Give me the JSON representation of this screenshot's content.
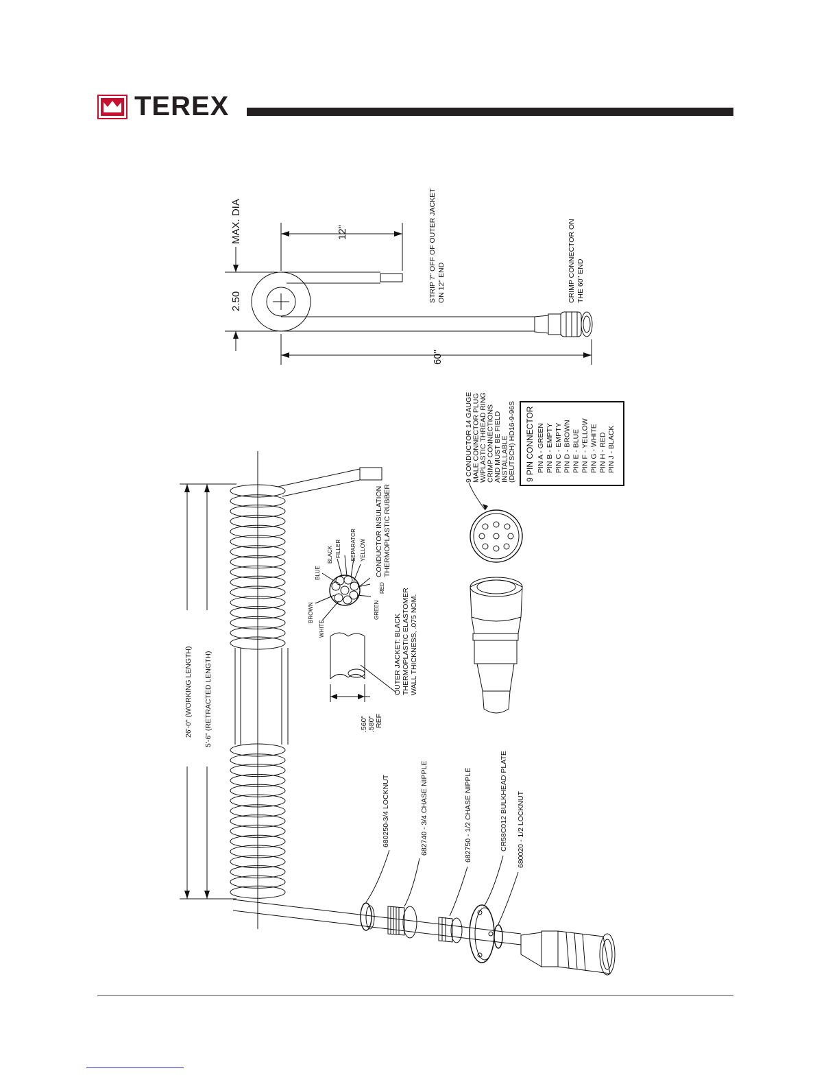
{
  "header": {
    "brand": "TEREX",
    "brand_color": "#231f20",
    "logo_color": "#c8102e"
  },
  "top_view": {
    "max_dia": "MAX. DIA",
    "diameter": "2.50",
    "short_end_length": "12\"",
    "long_end_length": "60\"",
    "strip_note_line1": "STRIP 7\" OFF OF OUTER JACKET",
    "strip_note_line2": "ON 12\" END",
    "crimp_note_line1": "CRIMP CONNECTOR ON",
    "crimp_note_line2": "THE 60\" END"
  },
  "coil_view": {
    "working_length": "26'-0\" (WORKING LENGTH)",
    "retracted_length": "5'-6\" (RETRACTED LENGTH)"
  },
  "cross_section": {
    "wires": [
      "BLUE",
      "BLACK",
      "FILLER",
      "SEPARATOR",
      "YELLOW",
      "RED",
      "GREEN",
      "BROWN",
      "WHITE"
    ],
    "insulation_line1": "CONDUCTOR INSULATION",
    "insulation_line2": "THERMOPLASTIC RUBBER",
    "jacket_line1": "OUTER JACKET: BLACK",
    "jacket_line2": "THERMOPLASTIC ELASTOMER",
    "jacket_line3": "WALL THICKNESS, .075 NOM.",
    "dim_line1": ".560\"",
    "dim_line2": ".580\"",
    "dim_line3": "REF"
  },
  "connector": {
    "note_lines": [
      "9 CONDUCTOR 14 GAUGE",
      "MALE CONNECTOR PLUG",
      "W/PLASTIC THREAD RING",
      "CRIMP CONNECTIONS",
      "AND MUST BE FIELD",
      "INSTALLABLE",
      "(DEUTSCH) HD16-9-96S"
    ],
    "pin_box_title": "9 PIN CONNECTOR",
    "pins": [
      "PIN A - GREEN",
      "PIN B - EMPTY",
      "PIN C - EMPTY",
      "PIN D - BROWN",
      "PIN E - BLUE",
      "PIN F - YELLOW",
      "PIN G - WHITE",
      "PIN H - RED",
      "PIN J - BLACK"
    ]
  },
  "parts": [
    "680250-3/4 LOCKNUT",
    "682740 - 3/4 CHASE NIPPLE",
    "682750 - 1/2 CHASE NIPPLE",
    "CR58C012 BULKHEAD PLATE",
    "680020 - 1/2 LOCKNUT"
  ]
}
